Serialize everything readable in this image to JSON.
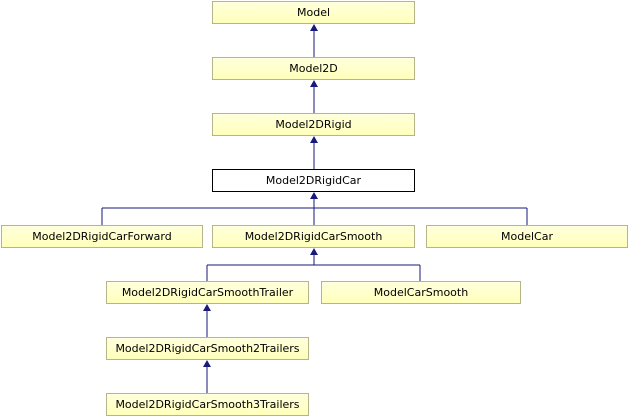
{
  "diagram": {
    "nodes": {
      "model": "Model",
      "model2d": "Model2D",
      "model2drigid": "Model2DRigid",
      "model2drigidcar": "Model2DRigidCar",
      "forward": "Model2DRigidCarForward",
      "smooth": "Model2DRigidCarSmooth",
      "modelcar": "ModelCar",
      "smoothtrailer": "Model2DRigidCarSmoothTrailer",
      "modelcarsmooth": "ModelCarSmooth",
      "smooth2": "Model2DRigidCarSmooth2Trailers",
      "smooth3": "Model2DRigidCarSmooth3Trailers"
    },
    "current_node": "model2drigidcar",
    "edges": [
      [
        "model2d",
        "model"
      ],
      [
        "model2drigid",
        "model2d"
      ],
      [
        "model2drigidcar",
        "model2drigid"
      ],
      [
        "forward",
        "model2drigidcar"
      ],
      [
        "smooth",
        "model2drigidcar"
      ],
      [
        "modelcar",
        "model2drigidcar"
      ],
      [
        "smoothtrailer",
        "smooth"
      ],
      [
        "modelcarsmooth",
        "smooth"
      ],
      [
        "smooth2",
        "smoothtrailer"
      ],
      [
        "smooth3",
        "smooth2"
      ]
    ],
    "colors": {
      "edge": "#1a1a7a",
      "node_fill": "#ffffcc",
      "current_fill": "#ffffff"
    }
  }
}
